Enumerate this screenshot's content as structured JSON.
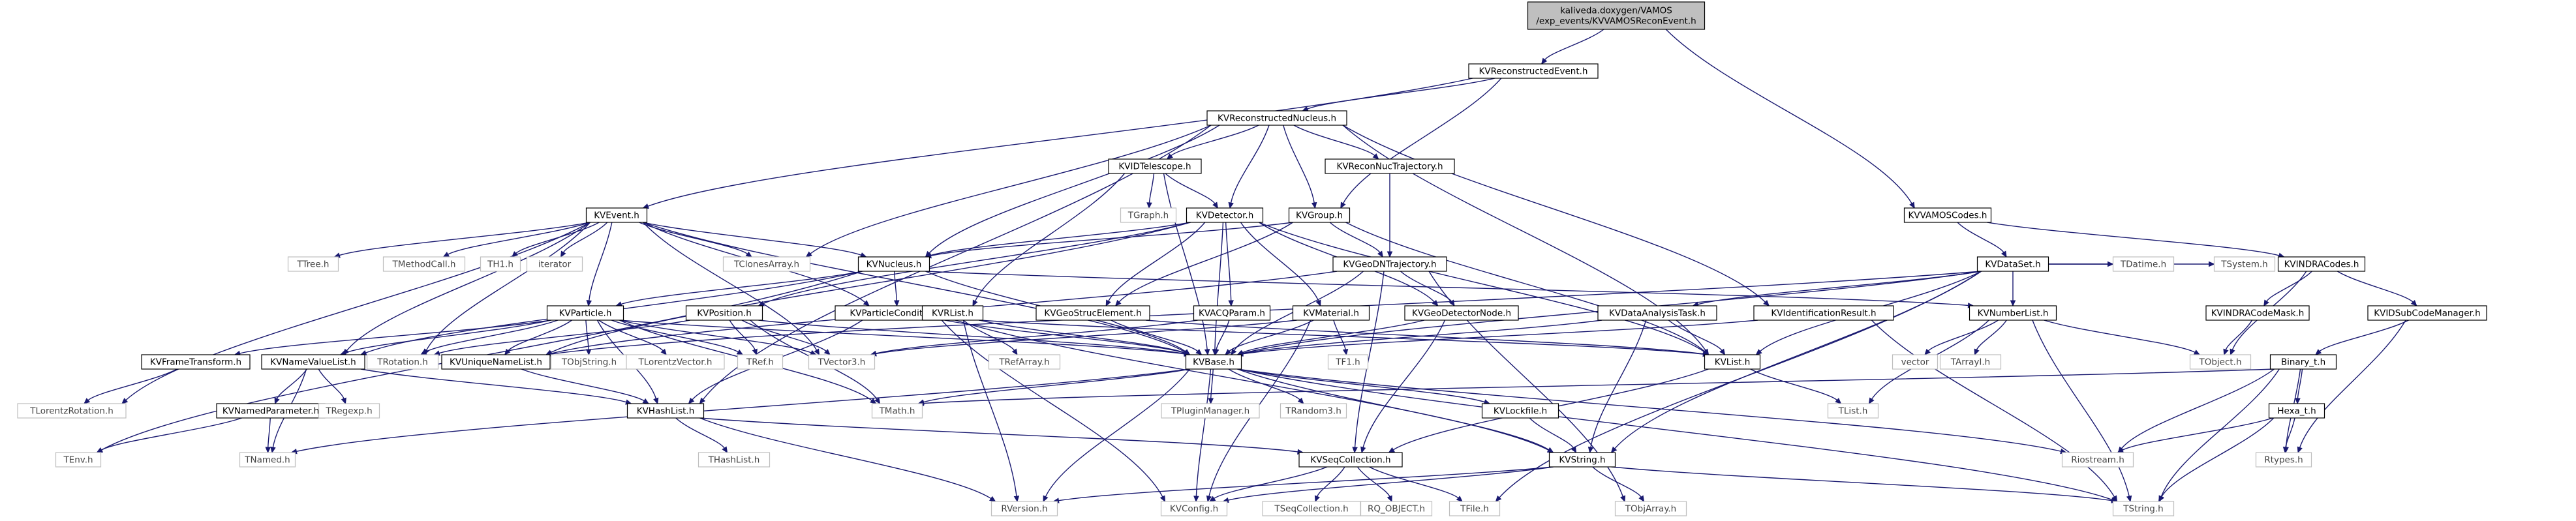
{
  "diagram": {
    "nodes": [
      {
        "id": "root",
        "lines": [
          "kaliveda.doxygen/VAMOS",
          "/exp_events/KVVAMOSReconEvent.h"
        ],
        "kind": "root"
      },
      {
        "id": "KVReconstructedEvent",
        "lines": [
          "KVReconstructedEvent.h"
        ],
        "kind": "doc"
      },
      {
        "id": "KVVAMOSCodes",
        "lines": [
          "KVVAMOSCodes.h"
        ],
        "kind": "doc"
      },
      {
        "id": "KVReconstructedNucleus",
        "lines": [
          "KVReconstructedNucleus.h"
        ],
        "kind": "doc"
      },
      {
        "id": "KVIDTelescope",
        "lines": [
          "KVIDTelescope.h"
        ],
        "kind": "doc"
      },
      {
        "id": "KVReconNucTrajectory",
        "lines": [
          "KVReconNucTrajectory.h"
        ],
        "kind": "doc"
      },
      {
        "id": "KVEvent",
        "lines": [
          "KVEvent.h"
        ],
        "kind": "doc"
      },
      {
        "id": "KVDetector",
        "lines": [
          "KVDetector.h"
        ],
        "kind": "doc"
      },
      {
        "id": "KVGroup",
        "lines": [
          "KVGroup.h"
        ],
        "kind": "doc"
      },
      {
        "id": "KVINDRACodes",
        "lines": [
          "KVINDRACodes.h"
        ],
        "kind": "doc"
      },
      {
        "id": "KVDataSet",
        "lines": [
          "KVDataSet.h"
        ],
        "kind": "doc"
      },
      {
        "id": "KVNucleus",
        "lines": [
          "KVNucleus.h"
        ],
        "kind": "doc"
      },
      {
        "id": "KVGeoDNTrajectory",
        "lines": [
          "KVGeoDNTrajectory.h"
        ],
        "kind": "doc"
      },
      {
        "id": "TClonesArray",
        "lines": [
          "TClonesArray.h"
        ],
        "kind": "ext"
      },
      {
        "id": "TTree",
        "lines": [
          "TTree.h"
        ],
        "kind": "ext"
      },
      {
        "id": "TMethodCall",
        "lines": [
          "TMethodCall.h"
        ],
        "kind": "ext"
      },
      {
        "id": "TH1",
        "lines": [
          "TH1.h"
        ],
        "kind": "ext"
      },
      {
        "id": "iterator",
        "lines": [
          "iterator"
        ],
        "kind": "ext"
      },
      {
        "id": "TGraph",
        "lines": [
          "TGraph.h"
        ],
        "kind": "ext"
      },
      {
        "id": "KVParticle",
        "lines": [
          "KVParticle.h"
        ],
        "kind": "doc"
      },
      {
        "id": "KVPosition",
        "lines": [
          "KVPosition.h"
        ],
        "kind": "doc"
      },
      {
        "id": "KVParticleCondition",
        "lines": [
          "KVParticleCondition.h"
        ],
        "kind": "doc"
      },
      {
        "id": "KVRList",
        "lines": [
          "KVRList.h"
        ],
        "kind": "doc"
      },
      {
        "id": "KVGeoStrucElement",
        "lines": [
          "KVGeoStrucElement.h"
        ],
        "kind": "doc"
      },
      {
        "id": "KVACQParam",
        "lines": [
          "KVACQParam.h"
        ],
        "kind": "doc"
      },
      {
        "id": "KVMaterial",
        "lines": [
          "KVMaterial.h"
        ],
        "kind": "doc"
      },
      {
        "id": "KVGeoDetectorNode",
        "lines": [
          "KVGeoDetectorNode.h"
        ],
        "kind": "doc"
      },
      {
        "id": "KVDataAnalysisTask",
        "lines": [
          "KVDataAnalysisTask.h"
        ],
        "kind": "doc"
      },
      {
        "id": "KVIdentificationResult",
        "lines": [
          "KVIdentificationResult.h"
        ],
        "kind": "doc"
      },
      {
        "id": "KVNumberList",
        "lines": [
          "KVNumberList.h"
        ],
        "kind": "doc"
      },
      {
        "id": "TDatime",
        "lines": [
          "TDatime.h"
        ],
        "kind": "ext"
      },
      {
        "id": "TSystem",
        "lines": [
          "TSystem.h"
        ],
        "kind": "ext"
      },
      {
        "id": "KVINDRACodeMask",
        "lines": [
          "KVINDRACodeMask.h"
        ],
        "kind": "doc"
      },
      {
        "id": "KVIDSubCodeManager",
        "lines": [
          "KVIDSubCodeManager.h"
        ],
        "kind": "doc"
      },
      {
        "id": "KVFrameTransform",
        "lines": [
          "KVFrameTransform.h"
        ],
        "kind": "doc"
      },
      {
        "id": "KVNameValueList",
        "lines": [
          "KVNameValueList.h"
        ],
        "kind": "doc"
      },
      {
        "id": "TRotation",
        "lines": [
          "TRotation.h"
        ],
        "kind": "ext"
      },
      {
        "id": "KVUniqueNameList",
        "lines": [
          "KVUniqueNameList.h"
        ],
        "kind": "doc"
      },
      {
        "id": "TObjString",
        "lines": [
          "TObjString.h"
        ],
        "kind": "ext"
      },
      {
        "id": "TLorentzVector",
        "lines": [
          "TLorentzVector.h"
        ],
        "kind": "ext"
      },
      {
        "id": "TRef",
        "lines": [
          "TRef.h"
        ],
        "kind": "ext"
      },
      {
        "id": "TVector3",
        "lines": [
          "TVector3.h"
        ],
        "kind": "ext"
      },
      {
        "id": "TRefArray",
        "lines": [
          "TRefArray.h"
        ],
        "kind": "ext"
      },
      {
        "id": "KVBase",
        "lines": [
          "KVBase.h"
        ],
        "kind": "doc"
      },
      {
        "id": "TF1",
        "lines": [
          "TF1.h"
        ],
        "kind": "ext"
      },
      {
        "id": "KVList",
        "lines": [
          "KVList.h"
        ],
        "kind": "doc"
      },
      {
        "id": "vector",
        "lines": [
          "vector"
        ],
        "kind": "ext"
      },
      {
        "id": "TArrayI",
        "lines": [
          "TArrayI.h"
        ],
        "kind": "ext"
      },
      {
        "id": "TList",
        "lines": [
          "TList.h"
        ],
        "kind": "ext"
      },
      {
        "id": "TObject",
        "lines": [
          "TObject.h"
        ],
        "kind": "ext"
      },
      {
        "id": "BinaryT",
        "lines": [
          "Binary_t.h"
        ],
        "kind": "doc"
      },
      {
        "id": "TLorentzRotation",
        "lines": [
          "TLorentzRotation.h"
        ],
        "kind": "ext"
      },
      {
        "id": "KVNamedParameter",
        "lines": [
          "KVNamedParameter.h"
        ],
        "kind": "doc"
      },
      {
        "id": "TRegexp",
        "lines": [
          "TRegexp.h"
        ],
        "kind": "ext"
      },
      {
        "id": "KVHashList",
        "lines": [
          "KVHashList.h"
        ],
        "kind": "doc"
      },
      {
        "id": "TMath",
        "lines": [
          "TMath.h"
        ],
        "kind": "ext"
      },
      {
        "id": "TPluginManager",
        "lines": [
          "TPluginManager.h"
        ],
        "kind": "ext"
      },
      {
        "id": "TRandom3",
        "lines": [
          "TRandom3.h"
        ],
        "kind": "ext"
      },
      {
        "id": "KVLockfile",
        "lines": [
          "KVLockfile.h"
        ],
        "kind": "doc"
      },
      {
        "id": "HexaT",
        "lines": [
          "Hexa_t.h"
        ],
        "kind": "doc"
      },
      {
        "id": "THashList",
        "lines": [
          "THashList.h"
        ],
        "kind": "ext"
      },
      {
        "id": "KVSeqCollection",
        "lines": [
          "KVSeqCollection.h"
        ],
        "kind": "doc"
      },
      {
        "id": "KVString",
        "lines": [
          "KVString.h"
        ],
        "kind": "doc"
      },
      {
        "id": "Riostream",
        "lines": [
          "Riostream.h"
        ],
        "kind": "ext"
      },
      {
        "id": "Rtypes",
        "lines": [
          "Rtypes.h"
        ],
        "kind": "ext"
      },
      {
        "id": "TEnv",
        "lines": [
          "TEnv.h"
        ],
        "kind": "ext"
      },
      {
        "id": "TNamed",
        "lines": [
          "TNamed.h"
        ],
        "kind": "ext"
      },
      {
        "id": "RVersion",
        "lines": [
          "RVersion.h"
        ],
        "kind": "ext"
      },
      {
        "id": "KVConfig",
        "lines": [
          "KVConfig.h"
        ],
        "kind": "ext"
      },
      {
        "id": "TSeqCollection",
        "lines": [
          "TSeqCollection.h"
        ],
        "kind": "ext"
      },
      {
        "id": "RQ_OBJECT",
        "lines": [
          "RQ_OBJECT.h"
        ],
        "kind": "ext"
      },
      {
        "id": "TFile",
        "lines": [
          "TFile.h"
        ],
        "kind": "ext"
      },
      {
        "id": "TObjArray",
        "lines": [
          "TObjArray.h"
        ],
        "kind": "ext"
      },
      {
        "id": "TString",
        "lines": [
          "TString.h"
        ],
        "kind": "ext"
      }
    ],
    "edges": [
      [
        "root",
        "KVReconstructedEvent"
      ],
      [
        "root",
        "KVVAMOSCodes"
      ],
      [
        "KVReconstructedEvent",
        "KVReconstructedNucleus"
      ],
      [
        "KVReconstructedEvent",
        "KVEvent"
      ],
      [
        "KVReconstructedEvent",
        "KVGroup"
      ],
      [
        "KVVAMOSCodes",
        "KVINDRACodes"
      ],
      [
        "KVVAMOSCodes",
        "KVDataSet"
      ],
      [
        "KVReconstructedNucleus",
        "KVIDTelescope"
      ],
      [
        "KVReconstructedNucleus",
        "KVReconNucTrajectory"
      ],
      [
        "KVReconstructedNucleus",
        "KVDetector"
      ],
      [
        "KVReconstructedNucleus",
        "KVGroup"
      ],
      [
        "KVReconstructedNucleus",
        "KVNucleus"
      ],
      [
        "KVReconstructedNucleus",
        "TClonesArray"
      ],
      [
        "KVReconstructedNucleus",
        "KVList"
      ],
      [
        "KVReconstructedNucleus",
        "KVIdentificationResult"
      ],
      [
        "KVReconstructedNucleus",
        "KVHashList"
      ],
      [
        "KVIDTelescope",
        "TGraph"
      ],
      [
        "KVIDTelescope",
        "KVDetector"
      ],
      [
        "KVIDTelescope",
        "KVRList"
      ],
      [
        "KVIDTelescope",
        "KVBase"
      ],
      [
        "KVReconNucTrajectory",
        "KVGeoDNTrajectory"
      ],
      [
        "KVEvent",
        "TClonesArray"
      ],
      [
        "KVEvent",
        "TTree"
      ],
      [
        "KVEvent",
        "TMethodCall"
      ],
      [
        "KVEvent",
        "TH1"
      ],
      [
        "KVEvent",
        "iterator"
      ],
      [
        "KVEvent",
        "KVNucleus"
      ],
      [
        "KVEvent",
        "KVParticle"
      ],
      [
        "KVEvent",
        "KVParticleCondition"
      ],
      [
        "KVEvent",
        "KVNameValueList"
      ],
      [
        "KVEvent",
        "TRotation"
      ],
      [
        "KVEvent",
        "TVector3"
      ],
      [
        "KVEvent",
        "KVBase"
      ],
      [
        "KVEvent",
        "TLorentzRotation"
      ],
      [
        "KVDetector",
        "KVNucleus"
      ],
      [
        "KVDetector",
        "KVACQParam"
      ],
      [
        "KVDetector",
        "KVMaterial"
      ],
      [
        "KVDetector",
        "KVGeoDetectorNode"
      ],
      [
        "KVDetector",
        "KVList"
      ],
      [
        "KVDetector",
        "KVUniqueNameList"
      ],
      [
        "KVDetector",
        "KVBase"
      ],
      [
        "KVDetector",
        "KVPosition"
      ],
      [
        "KVDetector",
        "KVGeoStrucElement"
      ],
      [
        "KVGroup",
        "KVGeoStrucElement"
      ],
      [
        "KVGroup",
        "KVGeoDNTrajectory"
      ],
      [
        "KVGroup",
        "KVNucleus"
      ],
      [
        "KVGroup",
        "KVList"
      ],
      [
        "KVINDRACodes",
        "KVINDRACodeMask"
      ],
      [
        "KVINDRACodes",
        "KVIDSubCodeManager"
      ],
      [
        "KVINDRACodes",
        "TObject"
      ],
      [
        "KVINDRACodeMask",
        "TObject"
      ],
      [
        "KVIDSubCodeManager",
        "BinaryT"
      ],
      [
        "KVIDSubCodeManager",
        "Rtypes"
      ],
      [
        "KVDataSet",
        "KVDataAnalysisTask"
      ],
      [
        "KVDataSet",
        "KVNumberList"
      ],
      [
        "KVDataSet",
        "TDatime"
      ],
      [
        "KVDataSet",
        "TSystem"
      ],
      [
        "KVDataSet",
        "KVList"
      ],
      [
        "KVDataSet",
        "KVString"
      ],
      [
        "KVDataSet",
        "KVBase"
      ],
      [
        "KVDataSet",
        "TFile"
      ],
      [
        "KVDataSet",
        "KVUniqueNameList"
      ],
      [
        "KVNucleus",
        "KVParticle"
      ],
      [
        "KVNucleus",
        "KVNumberList"
      ],
      [
        "KVNucleus",
        "KVNameValueList"
      ],
      [
        "KVNucleus",
        "KVBase"
      ],
      [
        "KVNucleus",
        "TEnv"
      ],
      [
        "KVNucleus",
        "KVParticleCondition"
      ],
      [
        "KVGeoDNTrajectory",
        "KVGeoDetectorNode"
      ],
      [
        "KVGeoDNTrajectory",
        "KVSeqCollection"
      ],
      [
        "KVGeoDNTrajectory",
        "KVBase"
      ],
      [
        "KVGeoDNTrajectory",
        "TObjArray"
      ],
      [
        "KVGeoDNTrajectory",
        "KVUniqueNameList"
      ],
      [
        "KVParticle",
        "KVFrameTransform"
      ],
      [
        "KVParticle",
        "KVNameValueList"
      ],
      [
        "KVParticle",
        "TRotation"
      ],
      [
        "KVParticle",
        "KVUniqueNameList"
      ],
      [
        "KVParticle",
        "TObjString"
      ],
      [
        "KVParticle",
        "TLorentzVector"
      ],
      [
        "KVParticle",
        "TRef"
      ],
      [
        "KVParticle",
        "TVector3"
      ],
      [
        "KVParticle",
        "KVBase"
      ],
      [
        "KVParticle",
        "TMath"
      ],
      [
        "KVParticle",
        "KVHashList"
      ],
      [
        "KVPosition",
        "TRotation"
      ],
      [
        "KVPosition",
        "TVector3"
      ],
      [
        "KVPosition",
        "KVBase"
      ],
      [
        "KVPosition",
        "TMath"
      ],
      [
        "KVPosition",
        "TRef"
      ],
      [
        "KVParticleCondition",
        "KVBase"
      ],
      [
        "KVParticleCondition",
        "KVString"
      ],
      [
        "KVParticleCondition",
        "KVConfig"
      ],
      [
        "KVParticleCondition",
        "KVHashList"
      ],
      [
        "KVRList",
        "TRefArray"
      ],
      [
        "KVRList",
        "KVBase"
      ],
      [
        "KVRList",
        "KVList"
      ],
      [
        "KVRList",
        "RVersion"
      ],
      [
        "KVGeoStrucElement",
        "KVBase"
      ],
      [
        "KVGeoStrucElement",
        "KVList"
      ],
      [
        "KVACQParam",
        "KVBase"
      ],
      [
        "KVACQParam",
        "TVector3"
      ],
      [
        "KVMaterial",
        "KVBase"
      ],
      [
        "KVMaterial",
        "TF1"
      ],
      [
        "KVMaterial",
        "TVector3"
      ],
      [
        "KVMaterial",
        "KVConfig"
      ],
      [
        "KVGeoDetectorNode",
        "KVBase"
      ],
      [
        "KVGeoDetectorNode",
        "KVSeqCollection"
      ],
      [
        "KVDataAnalysisTask",
        "KVBase"
      ],
      [
        "KVDataAnalysisTask",
        "KVList"
      ],
      [
        "KVDataAnalysisTask",
        "KVString"
      ],
      [
        "KVIdentificationResult",
        "KVBase"
      ],
      [
        "KVIdentificationResult",
        "TString"
      ],
      [
        "KVNumberList",
        "vector"
      ],
      [
        "KVNumberList",
        "TArrayI"
      ],
      [
        "KVNumberList",
        "TList"
      ],
      [
        "KVNumberList",
        "TObject"
      ],
      [
        "KVNumberList",
        "TString"
      ],
      [
        "KVFrameTransform",
        "TLorentzRotation"
      ],
      [
        "KVNameValueList",
        "KVNamedParameter"
      ],
      [
        "KVNameValueList",
        "TNamed"
      ],
      [
        "KVNameValueList",
        "TRegexp"
      ],
      [
        "KVNameValueList",
        "KVHashList"
      ],
      [
        "KVUniqueNameList",
        "KVHashList"
      ],
      [
        "KVNamedParameter",
        "TEnv"
      ],
      [
        "KVNamedParameter",
        "TNamed"
      ],
      [
        "KVHashList",
        "THashList"
      ],
      [
        "KVHashList",
        "RVersion"
      ],
      [
        "KVHashList",
        "KVSeqCollection"
      ],
      [
        "KVBase",
        "TMath"
      ],
      [
        "KVBase",
        "TPluginManager"
      ],
      [
        "KVBase",
        "TRandom3"
      ],
      [
        "KVBase",
        "KVLockfile"
      ],
      [
        "KVBase",
        "KVString"
      ],
      [
        "KVBase",
        "Riostream"
      ],
      [
        "KVBase",
        "TNamed"
      ],
      [
        "KVBase",
        "RVersion"
      ],
      [
        "KVBase",
        "KVConfig"
      ],
      [
        "KVBase",
        "TString"
      ],
      [
        "KVList",
        "TList"
      ],
      [
        "KVList",
        "KVSeqCollection"
      ],
      [
        "BinaryT",
        "TMath"
      ],
      [
        "BinaryT",
        "HexaT"
      ],
      [
        "BinaryT",
        "Riostream"
      ],
      [
        "BinaryT",
        "Rtypes"
      ],
      [
        "BinaryT",
        "TString"
      ],
      [
        "HexaT",
        "Riostream"
      ],
      [
        "HexaT",
        "Rtypes"
      ],
      [
        "HexaT",
        "TString"
      ],
      [
        "KVLockfile",
        "KVString"
      ],
      [
        "KVSeqCollection",
        "TSeqCollection"
      ],
      [
        "KVSeqCollection",
        "RQ_OBJECT"
      ],
      [
        "KVSeqCollection",
        "TFile"
      ],
      [
        "KVSeqCollection",
        "KVConfig"
      ],
      [
        "KVString",
        "TString"
      ],
      [
        "KVString",
        "TObjArray"
      ],
      [
        "KVString",
        "RVersion"
      ],
      [
        "KVString",
        "KVConfig"
      ]
    ]
  }
}
